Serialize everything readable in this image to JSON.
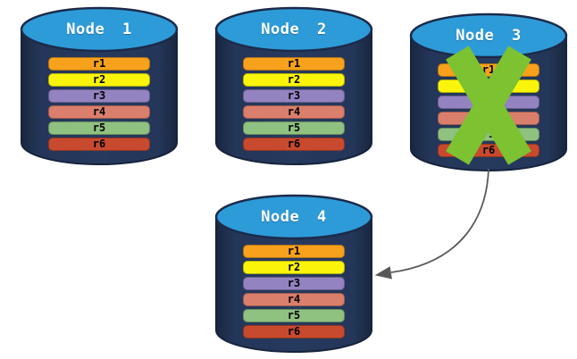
{
  "diagram": {
    "description": "Database replication failover diagram",
    "nodes": [
      {
        "label": "Node 1",
        "status": "active"
      },
      {
        "label": "Node 2",
        "status": "active"
      },
      {
        "label": "Node 3",
        "status": "failed"
      },
      {
        "label": "Node 4",
        "status": "active"
      }
    ],
    "rows": [
      {
        "label": "r1",
        "color": "#F7A11C"
      },
      {
        "label": "r2",
        "color": "#FAF40A"
      },
      {
        "label": "r3",
        "color": "#9483C1"
      },
      {
        "label": "r4",
        "color": "#DA7F6C"
      },
      {
        "label": "r5",
        "color": "#8FC180"
      },
      {
        "label": "r6",
        "color": "#C84A2E"
      }
    ],
    "failure_marker": {
      "node": "Node 3",
      "shape": "X",
      "color": "#7CC231"
    },
    "arrow": {
      "from": "Node 3",
      "to": "Node 4",
      "color": "#595959"
    },
    "colors": {
      "cylinder_body": "#243659",
      "cylinder_body_edge": "#19273F",
      "cylinder_top": "#2E9BD9",
      "cylinder_outline": "#1B2B4A",
      "node_title_text": "#FFFFFF",
      "row_text": "#000000",
      "background": "#FFFFFF"
    }
  }
}
